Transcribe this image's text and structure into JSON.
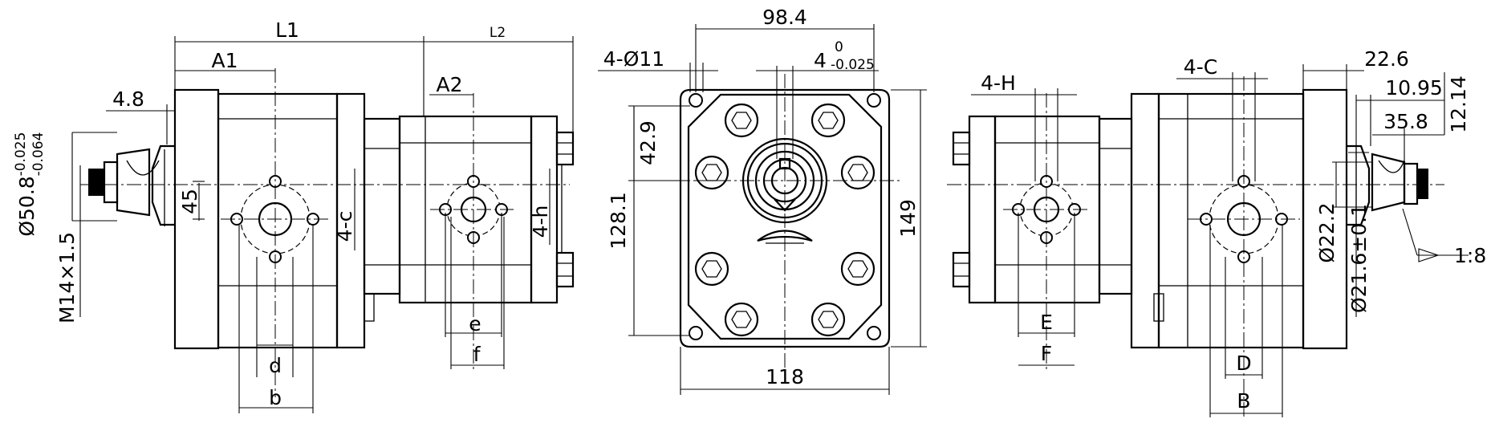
{
  "dims": {
    "L1": "L1",
    "L2": "L2",
    "A1": "A1",
    "A2": "A2",
    "d48": "4.8",
    "d45": "45",
    "c4": "4-c",
    "h4": "4-h",
    "shaft_dia": "Ø50.8",
    "shaft_tol_upper": "-0.025",
    "shaft_tol_lower": "-0.064",
    "thread": "M14×1.5",
    "d": "d",
    "b": "b",
    "e": "e",
    "f": "f",
    "d984": "98.4",
    "hole4": "4-Ø11",
    "key_main": "4",
    "key_tol_upper": "0",
    "key_tol_lower": "-0.025",
    "d429": "42.9",
    "d1281": "128.1",
    "d149": "149",
    "d118": "118",
    "H4": "4-H",
    "C4": "4-C",
    "d226": "22.6",
    "d1095": "10.95",
    "d1214": "12.14",
    "d358": "35.8",
    "d222": "Ø22.2",
    "d216": "Ø21.6±0.1",
    "taper": "1:8",
    "E": "E",
    "F": "F",
    "D": "D",
    "B": "B"
  }
}
